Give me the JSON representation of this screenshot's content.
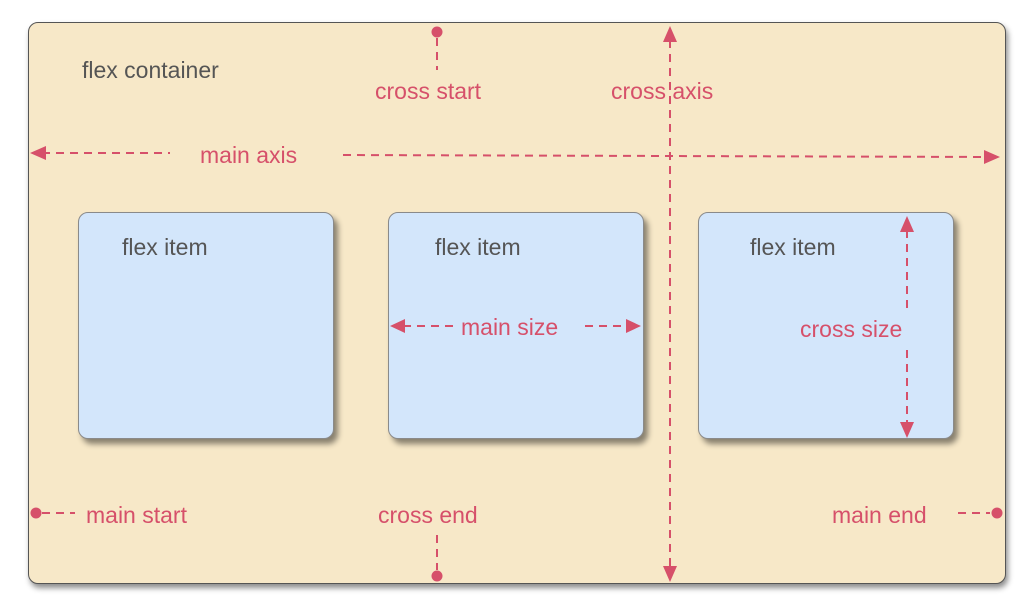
{
  "container": {
    "label": "flex container"
  },
  "items": [
    {
      "label": "flex item"
    },
    {
      "label": "flex item"
    },
    {
      "label": "flex item"
    }
  ],
  "labels": {
    "cross_start": "cross start",
    "cross_axis": "cross axis",
    "main_axis": "main axis",
    "main_size": "main size",
    "cross_size": "cross size",
    "main_start": "main start",
    "cross_end": "cross end",
    "main_end": "main end"
  },
  "colors": {
    "container_fill": "#f7e8c8",
    "item_fill": "#d3e6fb",
    "annotation": "#d6506a",
    "text": "#555555"
  }
}
